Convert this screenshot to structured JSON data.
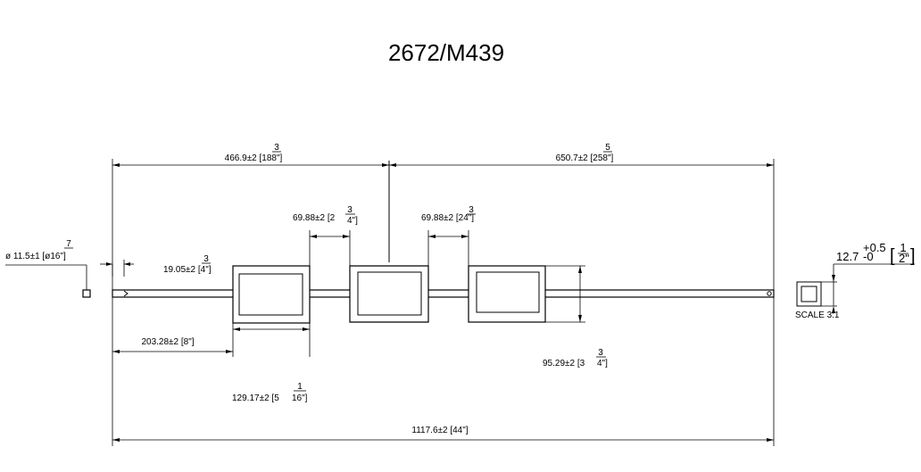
{
  "title": "2672/M439",
  "dims": {
    "top_left": "466.9±2 [188\"]",
    "top_left_frac": "3",
    "top_right": "650.7±2 [258\"]",
    "top_right_frac": "5",
    "gap1": "69.88±2 [2",
    "gap1_frac_num": "3",
    "gap1_frac_den": "4\"]",
    "gap2": "69.88±2 [24\"]",
    "gap2_frac": "3",
    "diameter": "ø  11.5±1 [ø16\"]",
    "diameter_frac": "7",
    "end_len": "19.05±2 [4\"]",
    "end_len_frac": "3",
    "offset": "203.28±2 [8\"]",
    "window": "129.17±2 [5",
    "window_frac_num": "1",
    "window_frac_den": "16\"]",
    "height": "95.29±2 [3",
    "height_frac_num": "3",
    "height_frac_den": "4\"]",
    "overall": "1117.6±2 [44\"]",
    "tube_size": "12.7",
    "tol_plus": "+0.5",
    "tol_minus": "-0",
    "tube_frac_num": "1",
    "tube_frac_den": "2\"",
    "scale_label": "SCALE 3:1"
  }
}
